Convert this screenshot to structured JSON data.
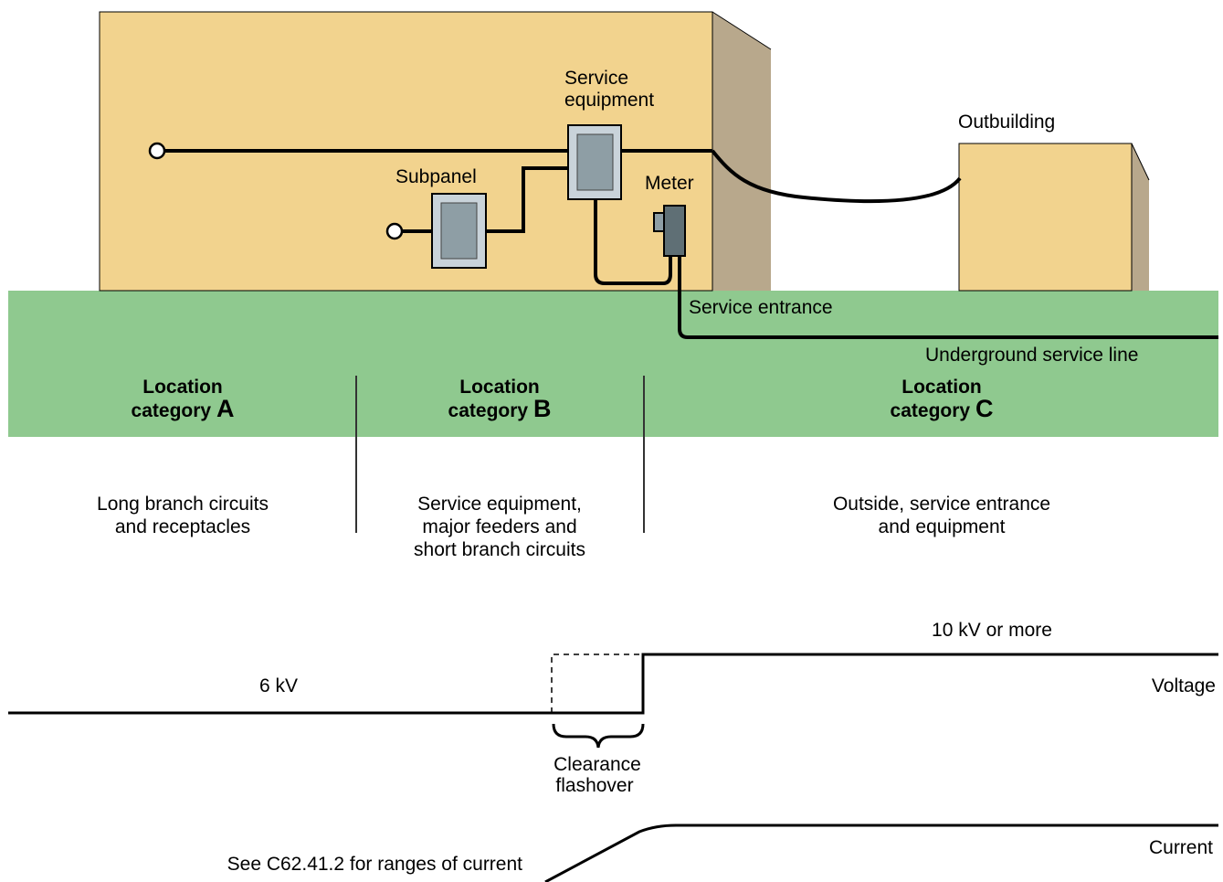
{
  "colors": {
    "building": "#f2d38e",
    "building_side": "#b8a88c",
    "ground": "#8fc98f",
    "panel_outer": "#c9d3da",
    "panel_inner": "#8e9ea5",
    "meter": "#5f6f75",
    "line": "#000000"
  },
  "labels": {
    "service_equipment_line1": "Service",
    "service_equipment_line2": "equipment",
    "outbuilding": "Outbuilding",
    "subpanel": "Subpanel",
    "meter": "Meter",
    "service_entrance": "Service entrance",
    "underground_service_line": "Underground service line"
  },
  "categories": [
    {
      "word": "Location",
      "prefix": "category",
      "letter": "A",
      "description": [
        "Long branch circuits",
        "and receptacles"
      ]
    },
    {
      "word": "Location",
      "prefix": "category",
      "letter": "B",
      "description": [
        "Service equipment,",
        "major feeders and",
        "short branch circuits"
      ]
    },
    {
      "word": "Location",
      "prefix": "category",
      "letter": "C",
      "description": [
        "Outside, service entrance",
        "and equipment"
      ]
    }
  ],
  "voltage": {
    "low_label": "6 kV",
    "high_label": "10 kV or more",
    "row_label": "Voltage",
    "clearance_line1": "Clearance",
    "clearance_line2": "flashover"
  },
  "current": {
    "row_label": "Current",
    "note": "See C62.41.2 for ranges of current"
  }
}
